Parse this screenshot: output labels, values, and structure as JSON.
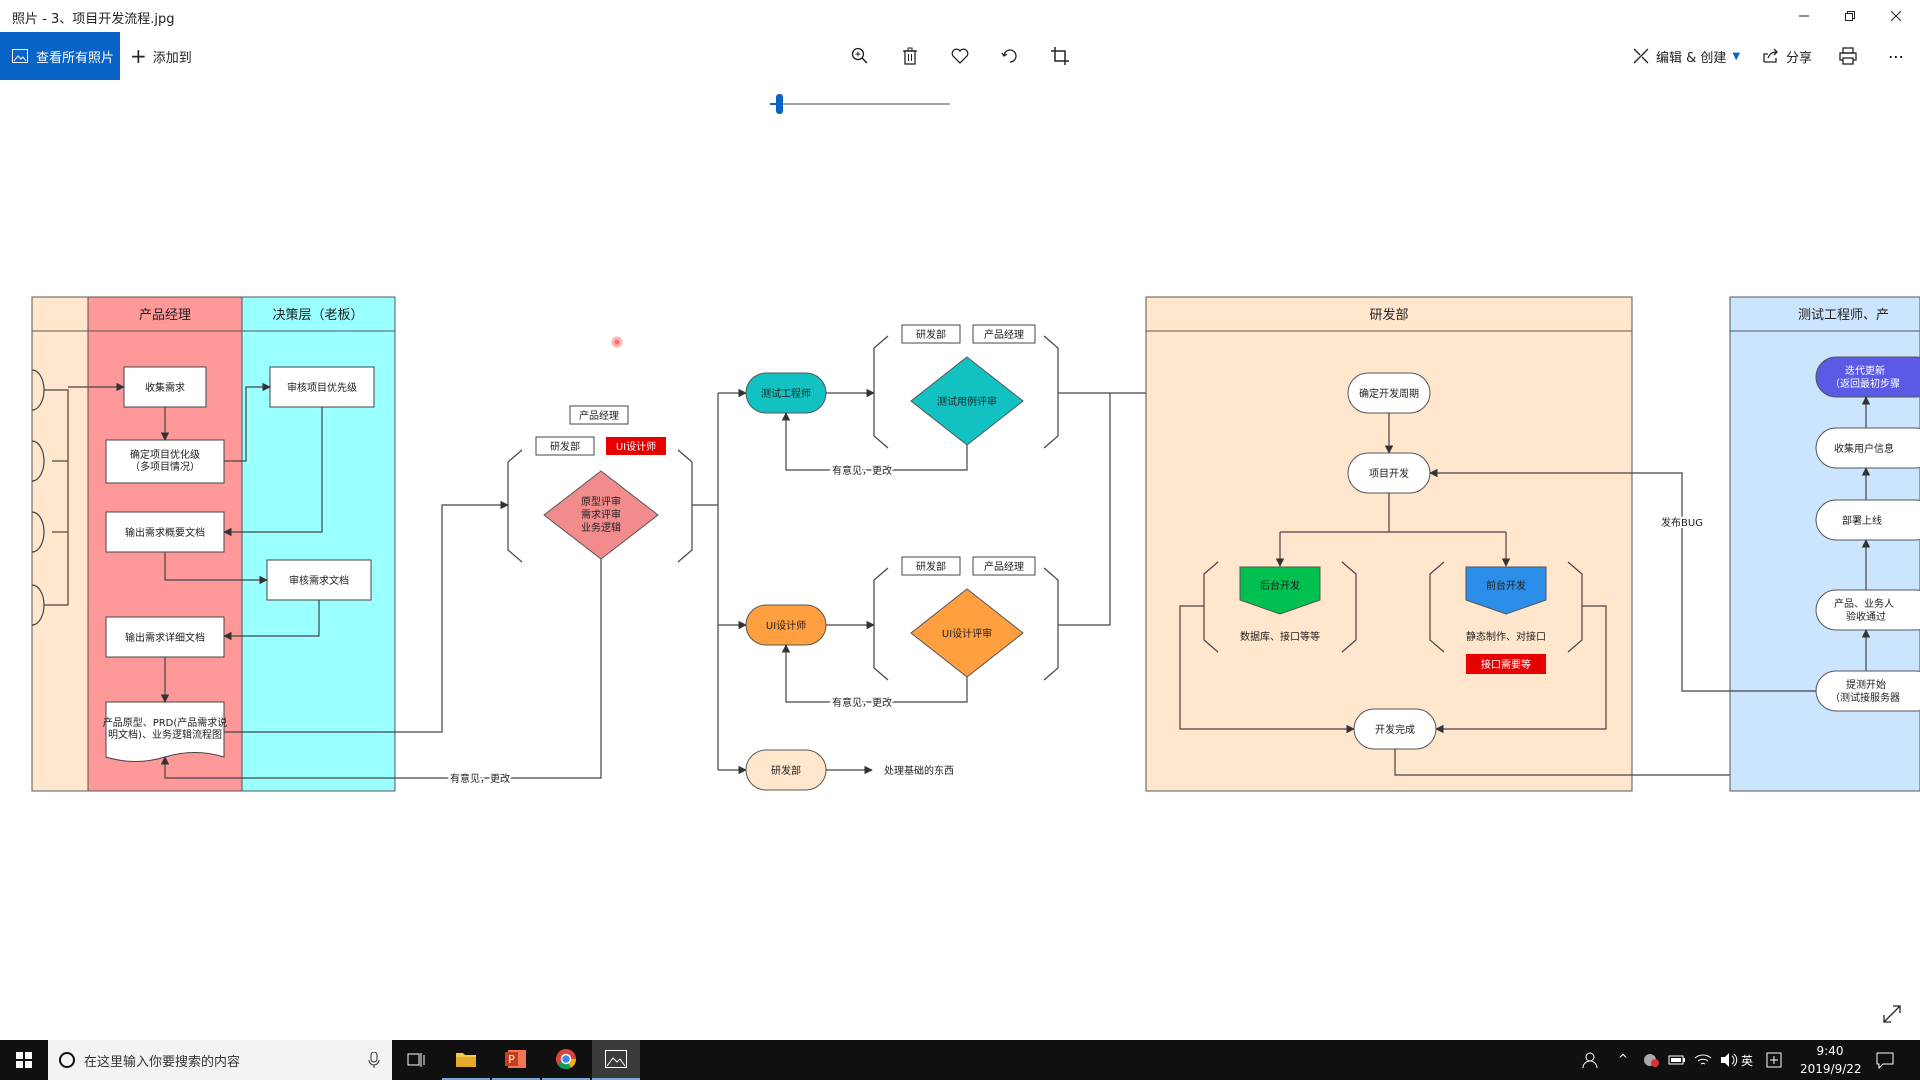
{
  "window": {
    "title": "照片 - 3、项目开发流程.jpg"
  },
  "toolbar": {
    "view_all": "查看所有照片",
    "add_to": "添加到",
    "edit_create": "编辑 & 创建",
    "share": "分享"
  },
  "diagram": {
    "lanes": {
      "pm": "产品经理",
      "boss": "决策层（老板）",
      "dev": "研发部",
      "test": "测试工程师、产"
    },
    "nodes": {
      "collect": "收集需求",
      "priority1": "确定项目优化级",
      "priority2": "（多项目情况）",
      "outline_doc": "输出需求概要文档",
      "detail_doc": "输出需求详细文档",
      "proto1": "产品原型、PRD(产品需求说",
      "proto2": "明文档)、业务逻辑流程图",
      "review_priority": "审核项目优先级",
      "review_doc": "审核需求文档",
      "tag_pm1": "产品经理",
      "tag_dev1": "研发部",
      "tag_ui1": "UI设计师",
      "review1_a": "原型评审",
      "review1_b": "需求评审",
      "review1_c": "业务逻辑",
      "tester": "测试工程师",
      "tag_dev2": "研发部",
      "tag_pm2": "产品经理",
      "test_case": "测试用例评审",
      "feedback1": "有意见，更改",
      "ui_designer": "UI设计师",
      "tag_dev3": "研发部",
      "tag_pm3": "产品经理",
      "ui_review": "UI设计评审",
      "feedback2": "有意见，更改",
      "dev_dept": "研发部",
      "basic": "处理基础的东西",
      "feedback3": "有意见，更改",
      "cycle": "确定开发周期",
      "project_dev": "项目开发",
      "backend": "后台开发",
      "backend_desc": "数据库、接口等等",
      "frontend": "前台开发",
      "frontend_desc": "静态制作、对接口",
      "wait_api": "接口需要等",
      "dev_done": "开发完成",
      "bug": "发布BUG",
      "iterate1": "迭代更新",
      "iterate2": "（返回最初步骤",
      "collect_user": "收集用户信息",
      "deploy": "部署上线",
      "accept1": "产品、业务人",
      "accept2": "验收通过",
      "test_start1": "提测开始",
      "test_start2": "（测试接服务器"
    }
  },
  "taskbar": {
    "search_placeholder": "在这里输入你要搜索的内容",
    "lang": "英",
    "time": "9:40",
    "date": "2019/9/22"
  },
  "colors": {
    "accent": "#0a64c8",
    "pm_lane": "#ff9999",
    "boss_lane": "#99ffff",
    "dev_lane": "#ffe6cc",
    "test_lane": "#cce5ff",
    "review_pink": "#f28b8b",
    "tester_teal": "#12c2c2",
    "ui_orange": "#ff9f40",
    "backend_green": "#00c050",
    "frontend_blue": "#2b8fea",
    "red_tag": "#e60000"
  }
}
